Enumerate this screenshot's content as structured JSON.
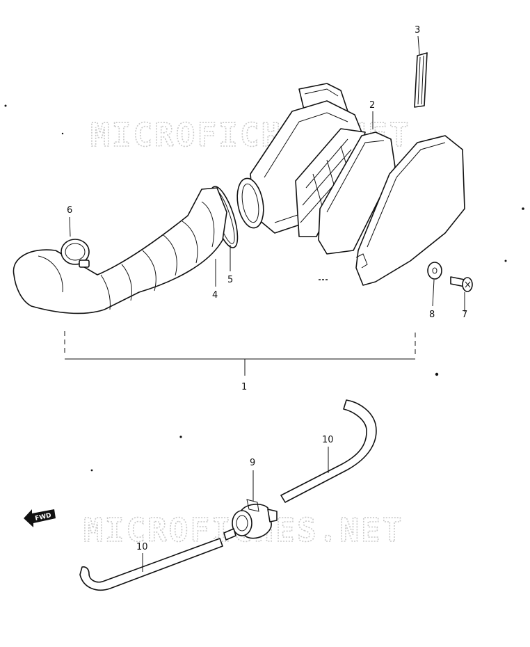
{
  "watermark": {
    "text_top": "MICROFICHES.NET",
    "text_bottom": "MICROFICHES.NET"
  },
  "direction_marker": {
    "label": "FWD",
    "icon": "arrow-left-icon"
  },
  "callouts": {
    "c1": "1",
    "c2": "2",
    "c3": "3",
    "c4": "4",
    "c5": "5",
    "c6": "6",
    "c7": "7",
    "c8": "8",
    "c9": "9",
    "c10a": "10",
    "c10b": "10"
  },
  "colors": {
    "line": "#111111",
    "background": "#ffffff",
    "watermark": "#c9c9c9"
  }
}
